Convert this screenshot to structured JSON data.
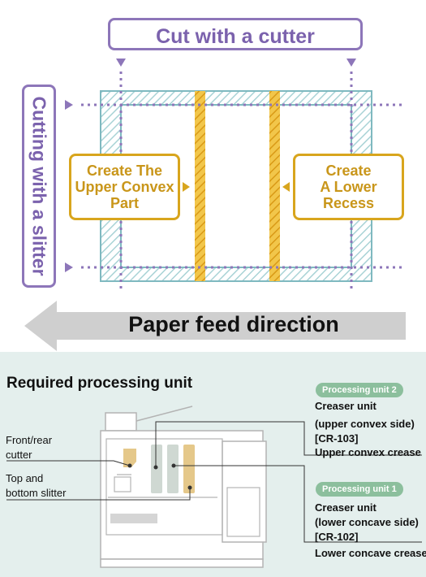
{
  "top_label": "Cut with a cutter",
  "side_label": "Cutting with a slitter",
  "upper_box_lines": [
    "Create The",
    "Upper Convex",
    "Part"
  ],
  "lower_box_lines": [
    "Create",
    "A Lower",
    "Recess"
  ],
  "feed_direction": "Paper feed direction",
  "section_title": "Required processing unit",
  "left_labels": {
    "cutter": [
      "Front/rear",
      "cutter"
    ],
    "slitter": [
      "Top and",
      "bottom slitter"
    ]
  },
  "unit2": {
    "badge": "Processing unit 2",
    "name": [
      "Creaser unit",
      "(upper convex side)",
      "[CR-103]"
    ],
    "crease": "Upper convex crease"
  },
  "unit1": {
    "badge": "Processing unit 1",
    "name": [
      "Creaser unit",
      "(lower concave side)",
      "[CR-102]"
    ],
    "crease": "Lower concave crease"
  },
  "colors": {
    "purple": "#8d76b9",
    "gold": "#d8a51d",
    "teal": "#7fb9c0",
    "panel": "#e4efed",
    "badge": "#8cbf9d"
  }
}
